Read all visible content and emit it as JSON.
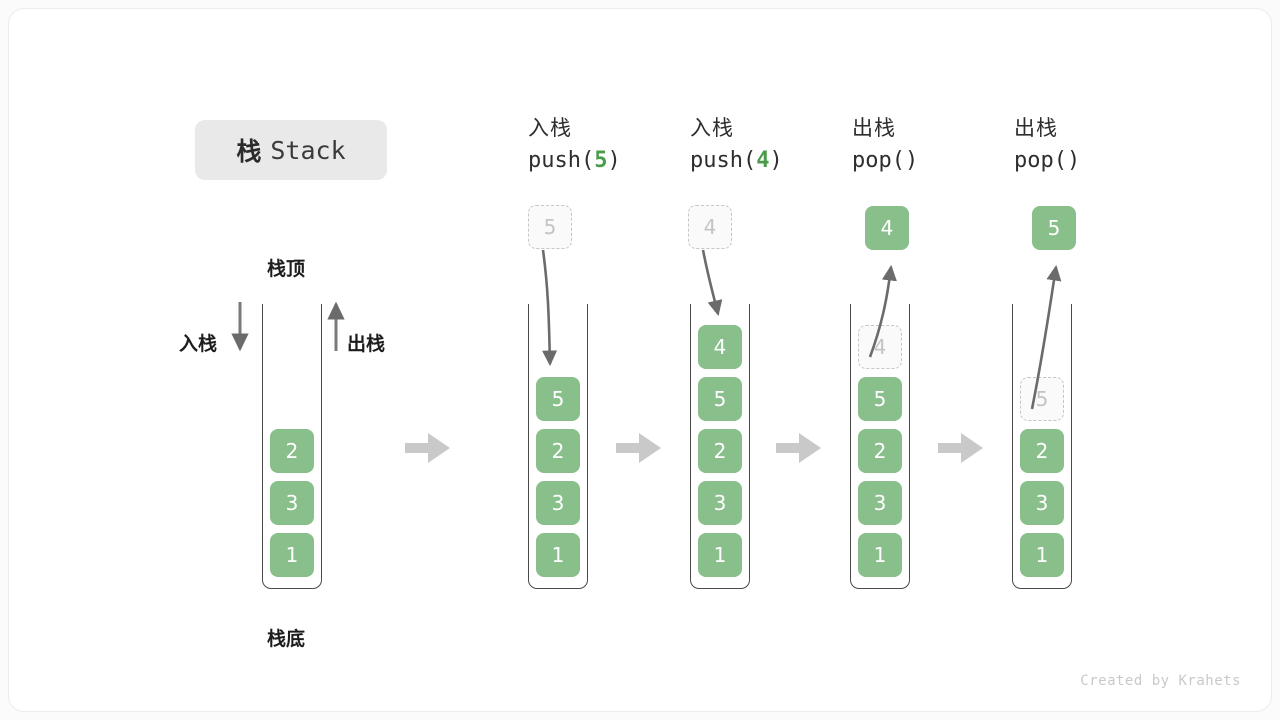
{
  "title": {
    "cn": "栈",
    "en": "Stack"
  },
  "labels": {
    "top": "栈顶",
    "bottom": "栈底",
    "push": "入栈",
    "pop": "出栈"
  },
  "credit": "Created by Krahets",
  "colors": {
    "element_fill": "#89bf8a",
    "element_text": "#ffffff",
    "ghost_border": "#c6c6c6",
    "ghost_text": "#c4c4c4",
    "arrow": "#6b6b6b",
    "flow_arrow": "#c9c9c9",
    "accent_number": "#4a9c4a",
    "badge_bg": "#e9e9e9"
  },
  "columns": [
    {
      "id": "initial",
      "header_cn": "",
      "header_code": "",
      "stack": [
        "2",
        "3",
        "1"
      ],
      "ghost_in_stack": null,
      "float_box": null,
      "float_box_state": null
    },
    {
      "id": "push-5",
      "header_cn": "入栈",
      "header_code_prefix": "push(",
      "header_code_num": "5",
      "header_code_suffix": ")",
      "stack": [
        "5",
        "2",
        "3",
        "1"
      ],
      "ghost_in_stack": null,
      "float_box": "5",
      "float_box_state": "ghost"
    },
    {
      "id": "push-4",
      "header_cn": "入栈",
      "header_code_prefix": "push(",
      "header_code_num": "4",
      "header_code_suffix": ")",
      "stack": [
        "4",
        "5",
        "2",
        "3",
        "1"
      ],
      "ghost_in_stack": null,
      "float_box": "4",
      "float_box_state": "ghost"
    },
    {
      "id": "pop-4",
      "header_cn": "出栈",
      "header_code_prefix": "pop(",
      "header_code_num": "",
      "header_code_suffix": ")",
      "stack": [
        "5",
        "2",
        "3",
        "1"
      ],
      "ghost_in_stack": "4",
      "float_box": "4",
      "float_box_state": "filled"
    },
    {
      "id": "pop-5",
      "header_cn": "出栈",
      "header_code_prefix": "pop(",
      "header_code_num": "",
      "header_code_suffix": ")",
      "stack": [
        "2",
        "3",
        "1"
      ],
      "ghost_in_stack": "5",
      "float_box": "5",
      "float_box_state": "filled"
    }
  ]
}
